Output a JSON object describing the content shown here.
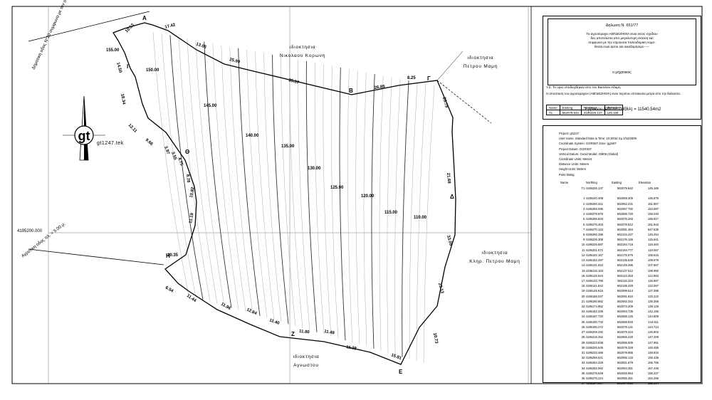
{
  "certificate": {
    "title": "Δηλωση Ν. 651/77",
    "lines": [
      "Το αγροτεμαχιο ΑΒΓΔΕΖΗΘΙΑ ειναι εκτος σχεδιου",
      "δεν αποτελειται απο μεγαλυτερη εκταση και",
      "συμφωνα με την ισχυουσα πολεοδομικη νομο-",
      "θεσια ειναι αρτιο και οικοδομησιμο ----"
    ],
    "sign": "ο μηχανικος",
    "note": "Υ.Σ. Το ορια υποδειχθηκαν απο τον Βασιλειο Αδαμη",
    "note2": "Η αποσταση του αγροτεμαχιου (ΑΒΓΔΕΖΗΘΙΑ) ειναι περιπου επτακοσια μετρα απο την θαλασσα.",
    "table_headers": [
      "Name",
      "Easting",
      "Northing",
      "Elevation"
    ],
    "table_row": [
      "T1",
      "562079.642",
      "4195226.137",
      "145.166"
    ]
  },
  "area_text": "Εμβαδον (ΑΒΓΔΕΖΗΘΙΑ) = 11540.54m2",
  "report": {
    "header_lines": [
      "Project: gt1247",
      "User name: Standard  Date & Time: 10:38:54 πμ 2/10/2009",
      "Coordinate System: GGRS87  Zone: ggrs87",
      "Project Datum: GGRS87",
      "Vertical Datum: Geoid Model: GM06 (Global)",
      "Coordinate Units: Meters",
      "Distance Units: Meters",
      "Height Units: Meters",
      "Point listing"
    ],
    "columns": [
      "Name",
      "Northing",
      "Easting",
      "Elevation"
    ],
    "rows": [
      [
        "T1 4195226.137",
        "562079.642",
        "145.165"
      ],
      [
        "",
        "",
        ""
      ],
      [
        "1 4195240.408",
        "562069.309",
        "145.875"
      ],
      [
        "2 4195260.321",
        "562062.221",
        "151.867"
      ],
      [
        "3 4195256.095",
        "562067.792",
        "153.087"
      ],
      [
        "4 4195279.876",
        "562066.720",
        "155.040"
      ],
      [
        "5 4195285.833",
        "562075.283",
        "155.817"
      ],
      [
        "6 4195276.403",
        "562078.912",
        "151.842"
      ],
      [
        "7 4195270.122",
        "562081.464",
        "547.535"
      ],
      [
        "8 4195260.286",
        "562104.427",
        "145.254"
      ],
      [
        "9 4195226.308",
        "562176.155",
        "115.641"
      ],
      [
        "10 4195225.587",
        "562184.718",
        "116.464"
      ],
      [
        "11 4195201.572",
        "562184.777",
        "118.057"
      ],
      [
        "12 4195192.167",
        "562175.679",
        "108.616"
      ],
      [
        "13 4195152.297",
        "562135.549",
        "108.679"
      ],
      [
        "14 4195131.522",
        "562149.395",
        "107.667"
      ],
      [
        "15 4195116.163",
        "562137.612",
        "108.950"
      ],
      [
        "16 4195126.644",
        "562124.353",
        "112.963"
      ],
      [
        "17 4195133.786",
        "562116.323",
        "116.667"
      ],
      [
        "18 4195141.842",
        "562108.329",
        "122.067"
      ],
      [
        "19 4195145.615",
        "562099.514",
        "127.396"
      ],
      [
        "20 4195168.047",
        "562091.634",
        "133.222"
      ],
      [
        "21 4195160.862",
        "562082.342",
        "135.356"
      ],
      [
        "22 4195174.852",
        "562073.209",
        "139.128"
      ],
      [
        "23 4195162.335",
        "562064.735",
        "142.156"
      ],
      [
        "24 4195167.720",
        "562068.125",
        "144.809"
      ],
      [
        "25 4195190.732",
        "562068.933",
        "144.511"
      ],
      [
        "26 4195190.272",
        "562079.141",
        "144.713"
      ],
      [
        "27 4195209.292",
        "562079.324",
        "145.902"
      ],
      [
        "28 4195215.252",
        "562066.229",
        "147.209"
      ],
      [
        "29 4195223.838",
        "562066.506",
        "147.951"
      ],
      [
        "30 4195226.545",
        "562079.328",
        "148.455"
      ],
      [
        "31 4195233.486",
        "562079.865",
        "148.934"
      ],
      [
        "32 4195266.521",
        "562066.133",
        "155.436"
      ],
      [
        "33 4195284.328",
        "562061.878",
        "156.765"
      ],
      [
        "34 4195292.062",
        "562054.351",
        "157.446"
      ],
      [
        "35 4195276.549",
        "562048.954",
        "156.227"
      ],
      [
        "36 4195276.224",
        "562055.351",
        "154.266"
      ],
      [
        "37 4195284.917",
        "562064.886",
        "155.134"
      ]
    ]
  },
  "map": {
    "coord_label": "4195200.000",
    "logo_id": "gt1247.tek",
    "roads": [
      "Δημοτικη οδος Ν°20 συμφωνα με την οδ",
      "Αγροτικη οδος πλ. = 5.00 μ."
    ],
    "owners": [
      {
        "l1": "ιδιοκτησια",
        "l2": "Νικολαου Κορωνη"
      },
      {
        "l1": "ιδιοκτησια",
        "l2": "Πετρου Μαμη"
      },
      {
        "l1": "ιδιοκτησια",
        "l2": "Κληρ. Πετρου Μαμη"
      },
      {
        "l1": "ιδιοκτησια",
        "l2": "Αγνωστου"
      }
    ],
    "vertices": [
      "Α",
      "Β",
      "Γ",
      "Δ",
      "Ε",
      "Ζ",
      "Η",
      "Θ",
      "Ι"
    ],
    "edge_lengths": [
      "17.42",
      "13.05",
      "25.99",
      "35.57",
      "26.85",
      "8.25",
      "26.79",
      "21.68",
      "33.09",
      "23.13",
      "10.73",
      "15.81",
      "11.38",
      "11.49",
      "11.80",
      "11.40",
      "12.84",
      "11.96",
      "11.44",
      "6.54",
      "10.35",
      "11.19",
      "10.82",
      "8.78",
      "4.75",
      "3.55",
      "3.97",
      "9.66",
      "12.11",
      "18.34",
      "14.50",
      "155.00",
      "10.53"
    ],
    "contour_labels": [
      "150.00",
      "145.00",
      "140.00",
      "135.00",
      "130.00",
      "125.00",
      "120.00",
      "115.00",
      "110.00"
    ]
  }
}
